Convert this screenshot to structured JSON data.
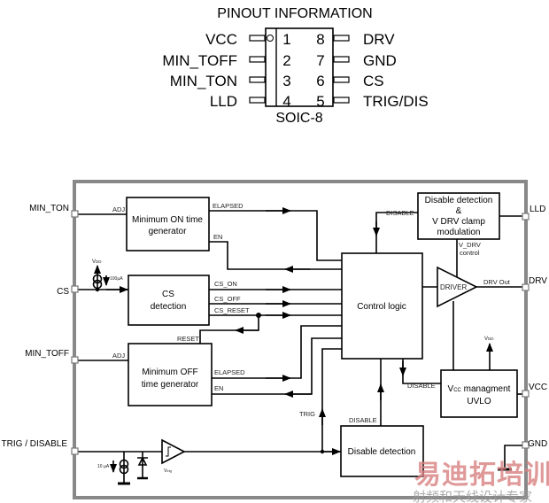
{
  "pinout": {
    "title": "PINOUT INFORMATION",
    "package": "SOIC-8",
    "left_pins": [
      {
        "num": "1",
        "name": "VCC"
      },
      {
        "num": "2",
        "name": "MIN_TOFF"
      },
      {
        "num": "3",
        "name": "MIN_TON"
      },
      {
        "num": "4",
        "name": "LLD"
      }
    ],
    "right_pins": [
      {
        "num": "8",
        "name": "DRV"
      },
      {
        "num": "7",
        "name": "GND"
      },
      {
        "num": "6",
        "name": "CS"
      },
      {
        "num": "5",
        "name": "TRIG/DIS"
      }
    ]
  },
  "block_diagram": {
    "pins": {
      "min_ton": "MIN_TON",
      "cs": "CS",
      "min_toff": "MIN_TOFF",
      "trig": "TRIG / DISABLE",
      "lld": "LLD",
      "drv": "DRV",
      "vcc": "VCC",
      "gnd": "GND"
    },
    "blocks": {
      "min_on": [
        "Minimum ON time",
        "generator"
      ],
      "cs_det": [
        "CS",
        "detection"
      ],
      "min_off": [
        "Minimum OFF",
        "time generator"
      ],
      "control": "Control logic",
      "lld_block": [
        "Disable detection",
        "&",
        "V DRV clamp",
        "modulation"
      ],
      "driver": "DRIVER",
      "vcc_block": [
        "V",
        "CC",
        " managment",
        "UVLO"
      ],
      "disable_det": "Disable detection"
    },
    "signals": {
      "adj1": "ADJ",
      "elapsed1": "ELAPSED",
      "en1": "EN",
      "cs_on": "CS_ON",
      "cs_off": "CS_OFF",
      "cs_reset": "CS_RESET",
      "reset": "RESET",
      "adj2": "ADJ",
      "elapsed2": "ELAPSED",
      "en2": "EN",
      "disable_top": "DISABLE",
      "vdrv": "V_DRV",
      "control": "control",
      "drv_out": "DRV Out",
      "disable_vcc": "DISABLE",
      "disable_bottom": "DISABLE",
      "trig": "TRIG",
      "vdd1": "V",
      "vdd1_sub": "DD",
      "i100": "100µA",
      "vdd2": "V",
      "vdd2_sub": "DD",
      "i10": "10 µA",
      "vtrig": "V",
      "vtrig_sub": "trig"
    }
  },
  "watermark": {
    "main": "易迪拓培训",
    "sub": "射频和天线设计专家"
  }
}
